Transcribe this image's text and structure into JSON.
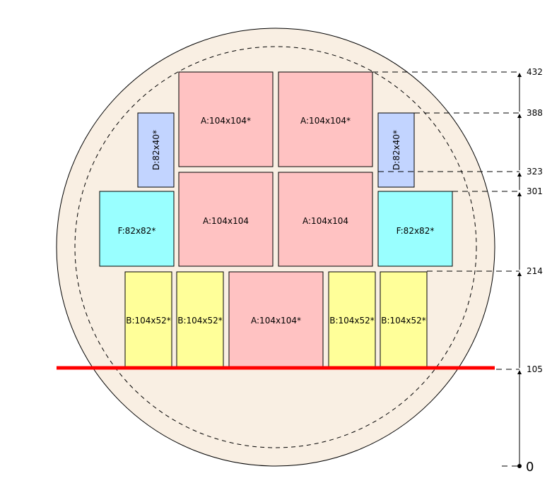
{
  "colors": {
    "wafer_fill": "#f9efe3",
    "wafer_stroke": "#000000",
    "type_A": "#ffc2c2",
    "type_B": "#ffff99",
    "type_D": "#c2d4ff",
    "type_F": "#99ffff",
    "cut_line": "#ff0000"
  },
  "chips": [
    {
      "id": "a-top-left",
      "type": "A",
      "label": "A:104x104*",
      "rotated": false
    },
    {
      "id": "a-top-right",
      "type": "A",
      "label": "A:104x104*",
      "rotated": false
    },
    {
      "id": "d-left",
      "type": "D",
      "label": "D:82x40*",
      "rotated": true
    },
    {
      "id": "d-right",
      "type": "D",
      "label": "D:82x40*",
      "rotated": true
    },
    {
      "id": "a-mid-left",
      "type": "A",
      "label": "A:104x104",
      "rotated": false
    },
    {
      "id": "a-mid-right",
      "type": "A",
      "label": "A:104x104",
      "rotated": false
    },
    {
      "id": "f-left",
      "type": "F",
      "label": "F:82x82*",
      "rotated": false
    },
    {
      "id": "f-right",
      "type": "F",
      "label": "F:82x82*",
      "rotated": false
    },
    {
      "id": "b-1",
      "type": "B",
      "label": "B:104x52*",
      "rotated": false
    },
    {
      "id": "b-2",
      "type": "B",
      "label": "B:104x52*",
      "rotated": false
    },
    {
      "id": "a-bottom",
      "type": "A",
      "label": "A:104x104*",
      "rotated": false
    },
    {
      "id": "b-3",
      "type": "B",
      "label": "B:104x52*",
      "rotated": false
    },
    {
      "id": "b-4",
      "type": "B",
      "label": "B:104x52*",
      "rotated": false
    }
  ],
  "axis": {
    "ticks": [
      "432",
      "388",
      "323",
      "301",
      "214",
      "105"
    ],
    "zero_label": "0"
  }
}
